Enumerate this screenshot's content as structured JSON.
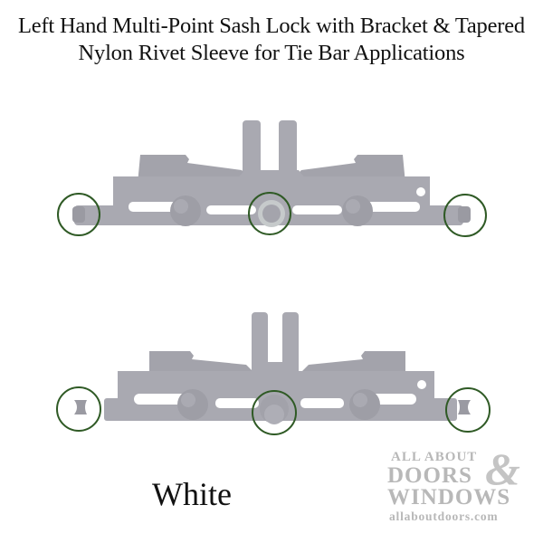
{
  "title": {
    "line1": "Left Hand Multi-Point Sash Lock with Bracket & Tapered",
    "line2": "Nylon Rivet Sleeve for Tie Bar Applications"
  },
  "product_images": [
    {
      "name": "top-view",
      "highlight_circles": 3
    },
    {
      "name": "bottom-view",
      "highlight_circles": 3
    }
  ],
  "color_label": "White",
  "logo": {
    "line1": "ALL ABOUT",
    "line2": "DOORS",
    "ampersand": "&",
    "line3": "WINDOWS",
    "url": "allaboutdoors.com"
  },
  "colors": {
    "part_fill": "#a9a9b1",
    "part_shade": "#9c9ca4",
    "circle_stroke": "#2f5a25",
    "logo_gray": "#b8b8b8"
  }
}
